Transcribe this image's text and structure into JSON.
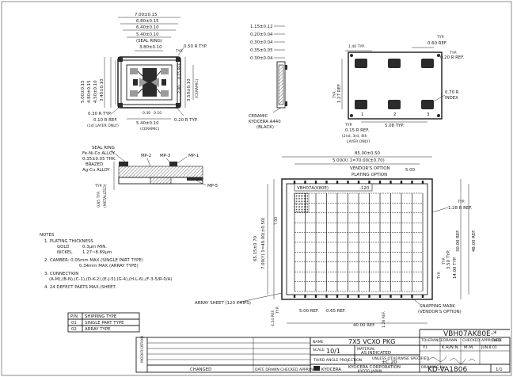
{
  "top_view": {
    "dims": {
      "overall_width": "7.00±0.15",
      "width_2": "6.80±0.15",
      "width_3": "6.40±0.10",
      "width_4": "5.40±0.10",
      "seal_ring": "(SEAL RING)",
      "width_5": "3.80±0.10",
      "typ": "TYP.",
      "corner_r": "0.50 R TYP.",
      "height_total": "5.00±0.15",
      "height_2": "4.80±0.15",
      "height_3": "4.50±0.10",
      "height_4": "3.40±0.10",
      "height_5": "3.50±0.10",
      "ceramic": "(CERAMIC)",
      "pad_small": "0.30",
      "pad_small_2": "0.10",
      "corner_r2": "0.30 R TYP.",
      "corner_r3": "0.10 R REF.",
      "first_layer": "(1st LAYER ONLY)",
      "bottom_width": "5.40±0.10",
      "bottom_ceramic": "(CERAMIC)",
      "corner_r4": "0.20 R TYP.",
      "side_ref": "0.15 REF.",
      "side_2": "2.00"
    }
  },
  "side_view": {
    "dims": [
      "1.15±0.12",
      "0.20±0.04",
      "0.30±0.04",
      "0.35±0.05",
      "0.30±0.04"
    ],
    "ceramic_label": "CERAMIC",
    "ceramic_spec": "KYOCERA A440",
    "ceramic_color": "(BLACK)"
  },
  "bottom_view": {
    "dims": {
      "pitch": "1.40 TYP.",
      "typ": "TYP.",
      "ref_060": "0.60 REF.",
      "r_020": "0.20 R REF.",
      "ref_127": "1.27 REF.",
      "pad_070": "0.70 R",
      "index": "INDEX",
      "r_015": "0.15 R REF.",
      "layer_note": "(2nd, 3rd, 4th",
      "layer_note_2": "LAYER ONLY)",
      "width_508": "5.08 TYP."
    },
    "pins": [
      "1",
      "2",
      "3"
    ]
  },
  "seal_detail": {
    "seal_ring": "SEAL RING",
    "alloy": "Fe-Ni-Co ALLOY",
    "thick": "0.35±0.05 THK.",
    "brazed": "BRAZED",
    "ag_cu": "Ag-Cu ALLOY",
    "typ": "TYP.",
    "metalized": "(METALIZED)",
    "dim_085": "0.85 TYP.",
    "mp2": "MP-2",
    "mp3": "MP-3",
    "mp1": "MP-1",
    "mp5": "MP-5"
  },
  "notes": {
    "title": "NOTES",
    "n1": "1. PLATING THICKNESS",
    "n1_gold": "GOLD",
    "n1_gold_v": "0.3μm MIN.",
    "n1_nickel": "NICKEL",
    "n1_nickel_v": "1.27~8.89μm",
    "n2": "2. CAMBER: 0.05mm MAX.(SINGLE PART TYPE)",
    "n2b": "0.34mm MAX.(ARRAY TYPE)",
    "n3": "3. CONNECTION",
    "n3b": "(A-M),(B-N),(C-1),(D-K-2),(E-J-5),(G-4),(H-L-6),(F-3-5/R-0/A)",
    "n4": "4. 24 DEFECT PARTS MAX./SHEET."
  },
  "array": {
    "overall": "85.00±0.50",
    "pitch_x": "5.00(X) 1=70.00(±0.70)",
    "vendor_option": "VENDOR'S OPTION",
    "plating_option": "PLATING OPTION",
    "dim_500": "5.00",
    "part_label": "VBH07A(K80E)",
    "part_code": "-120",
    "left_overall": "65.15±0.70",
    "left_pitch": "7.00(Y) 1=49.00(±0.50)",
    "left_700": "7.00",
    "typ": "TYP.",
    "r_128": "1.28 R REF.",
    "d_3000": "30.00 REF.",
    "d_4800": "48.00 REF.",
    "d_350": "3.50 TYP.",
    "d_1400": "14.00 TYP.",
    "snapping": "SNAPPING MARK",
    "vendor_option_2": "(VENDOR'S OPTION)",
    "array_sheet": "ARRAY SHEET (120 CHIPS)",
    "bottom_500": "5.00 REF.",
    "bottom_065": "0.65 REF.",
    "bottom_4000": "40.00 REF.",
    "bottom_128": "1.28 REF.",
    "bottom_424": "4.24 REF.",
    "bottom_typ": "TYP."
  },
  "title_block": {
    "pn_label": "P/N",
    "pn_shipping": "SHIPPING TYPE",
    "row1_pn": "01",
    "row1_type": "SINGLE PART TYPE",
    "row2_pn": "02",
    "row2_type": "ARRAY TYPE",
    "modification": "MODIFICATION",
    "changed": "CHANGED",
    "date_header": "DATE   DRAWN  CHECKED  APPROVED",
    "part_number": "VBH07AK80E-*",
    "name_label": "NAME",
    "name_value": "7X5 VCXO PKG",
    "scale_label": "SCALE",
    "scale_value": "10/1",
    "material_label": "MATERIAL",
    "material_value": "AS INDICATED",
    "tolerance_label": "TOLERANCE",
    "tolerance_note": "UNLESS OTHERWISE SPECIFIED",
    "tolerance_value": "±C.20",
    "third_angle": "THIRD ANGLE PROJECTION",
    "drawn": "DRAWN",
    "checked": "CHECKED",
    "approved": "APPROVED",
    "date": "DATE",
    "drawn_by": "Y.I.",
    "checked_by": "K.R/N.N.",
    "approved_by": "M.M.",
    "date_value": "JUN.8.01",
    "company": "KYOCERA CORPORATION",
    "city": "KYOTO JAPAN",
    "logo": "KYOCERA",
    "drawing_no_label": "DRAWING No.",
    "drawing_no": "KD-VA1806",
    "sheet": "1/1"
  }
}
